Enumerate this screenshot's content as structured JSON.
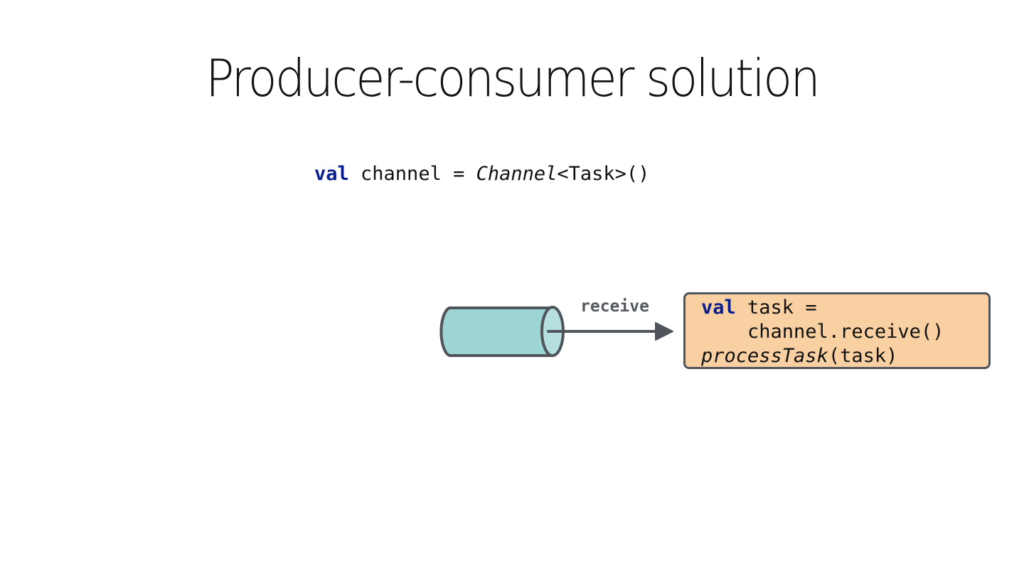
{
  "slide": {
    "title": "Producer-consumer solution",
    "declaration": {
      "keyword": "val",
      "name": " channel = ",
      "type_call": "Channel",
      "generic": "<Task>()"
    },
    "arrow_label": "receive",
    "consumer_code": {
      "line1_keyword": "val",
      "line1_rest": " task =",
      "line2": "    channel.receive()",
      "line3_fn": "processTask",
      "line3_rest": "(task)"
    },
    "colors": {
      "channel_fill": "#9dd4d4",
      "channel_end_fill": "#b5e0df",
      "outline": "#50555b",
      "consumer_fill": "#f9d0a2",
      "keyword": "#0a1f8f"
    }
  }
}
